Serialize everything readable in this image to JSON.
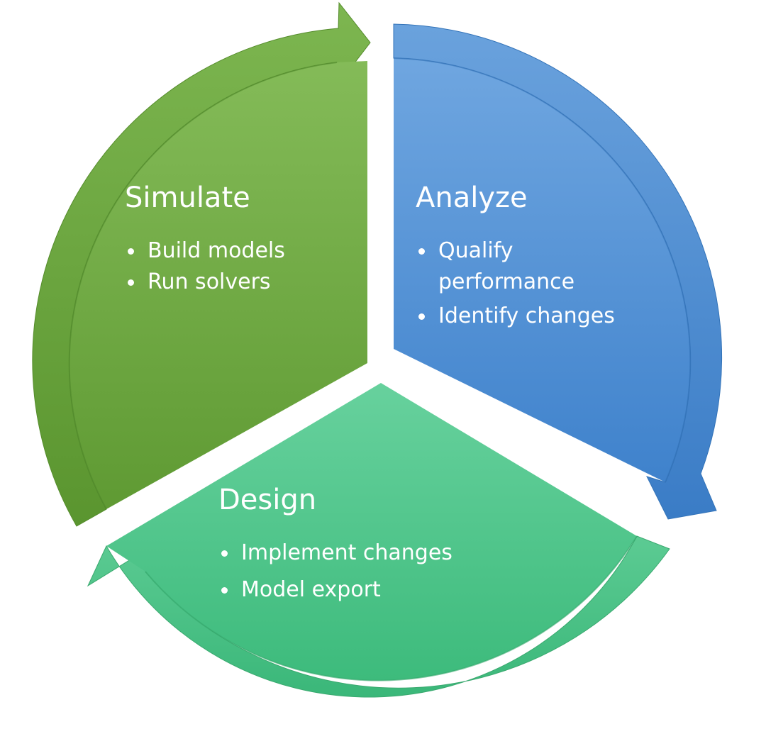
{
  "segments": [
    {
      "id": "simulate",
      "title": "Simulate",
      "bullets": [
        "Build models",
        "Run solvers"
      ],
      "color": "#6eaa3f"
    },
    {
      "id": "analyze",
      "title": "Analyze",
      "bullets": [
        "Qualify performance",
        "Identify changes"
      ],
      "color": "#4f90d6"
    },
    {
      "id": "design",
      "title": "Design",
      "bullets": [
        "Implement changes",
        "Model export"
      ],
      "color": "#4cc88a"
    }
  ],
  "colors": {
    "simulate_light": "#84bb58",
    "simulate_dark": "#5f9a33",
    "analyze_light": "#6fa6e0",
    "analyze_dark": "#3f82cc",
    "design_light": "#67d19d",
    "design_dark": "#3dbb7c"
  }
}
